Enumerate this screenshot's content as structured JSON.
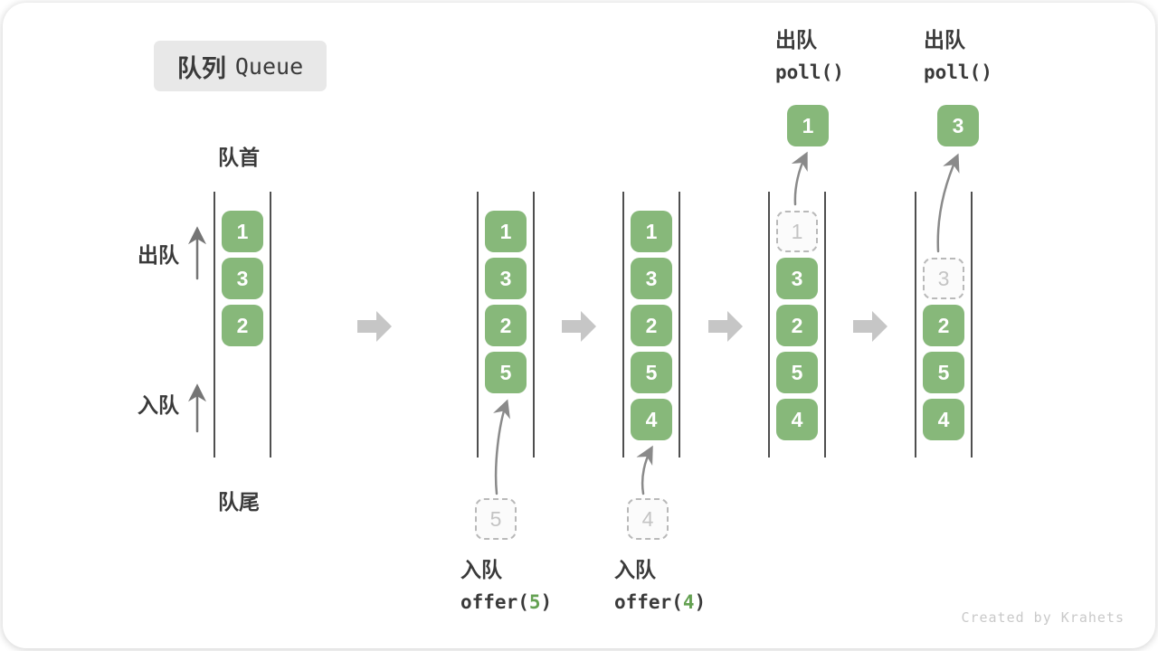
{
  "title": {
    "zh": "队列",
    "en": "Queue"
  },
  "side_labels": {
    "front": "队首",
    "rear": "队尾",
    "dequeue": "出队",
    "enqueue": "入队"
  },
  "colors": {
    "green": "#87b87a",
    "ghost_border": "#b9b9b9",
    "ghost_text": "#c4c4c4",
    "ghost_bg": "#fbfbfb",
    "arrow": "#8a8a8a",
    "block_arrow": "#c6c6c6",
    "line": "#4f4f4f",
    "text": "#3a3a3a",
    "code_green": "#64a152",
    "muted": "#c9c9c9",
    "title_bg": "#e8e8e8"
  },
  "stages": [
    {
      "name": "initial",
      "cells": [
        "1",
        "3",
        "2"
      ]
    },
    {
      "name": "after-offer-5",
      "cells": [
        "1",
        "3",
        "2",
        "5"
      ],
      "incoming": "5",
      "caption": {
        "zh": "入队",
        "code_prefix": "offer(",
        "code_arg": "5",
        "code_suffix": ")"
      }
    },
    {
      "name": "after-offer-4",
      "cells": [
        "1",
        "3",
        "2",
        "5",
        "4"
      ],
      "incoming": "4",
      "caption": {
        "zh": "入队",
        "code_prefix": "offer(",
        "code_arg": "4",
        "code_suffix": ")"
      }
    },
    {
      "name": "after-poll-1",
      "ghost": "1",
      "cells": [
        "3",
        "2",
        "5",
        "4"
      ],
      "polled": "1",
      "header": {
        "zh": "出队",
        "code": "poll()"
      }
    },
    {
      "name": "after-poll-3",
      "ghost": "3",
      "cells": [
        "2",
        "5",
        "4"
      ],
      "polled": "3",
      "header": {
        "zh": "出队",
        "code": "poll()"
      }
    }
  ],
  "watermark": "Created by Krahets"
}
